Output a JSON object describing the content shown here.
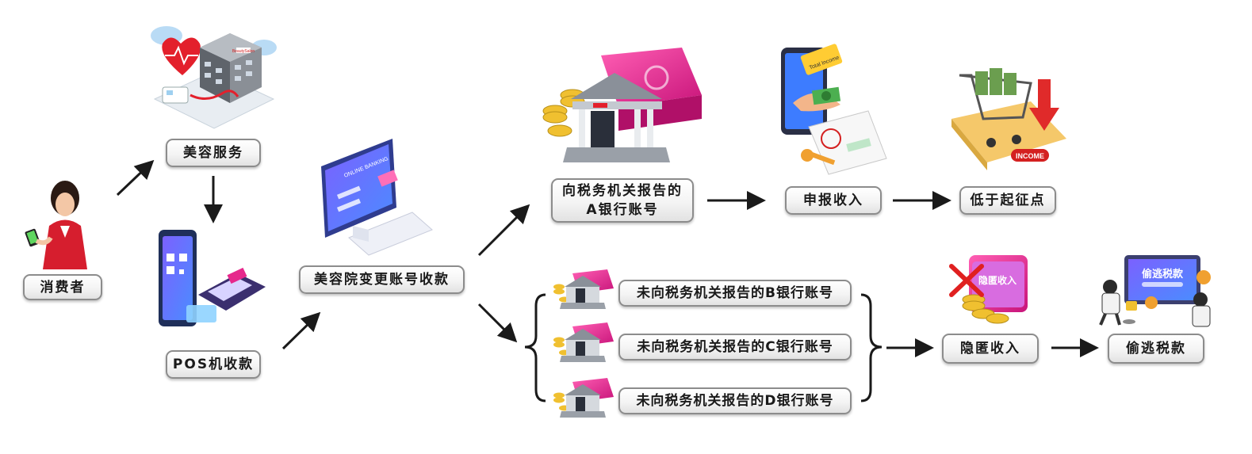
{
  "nodes": {
    "consumer": "消费者",
    "beauty_service": "美容服务",
    "pos_payment": "POS机收款",
    "change_account": "美容院变更账号收款",
    "bank_a_line1": "向税务机关报告的",
    "bank_a_line2": "A银行账号",
    "declare_income": "申报收入",
    "below_threshold": "低于起征点",
    "bank_b": "未向税务机关报告的B银行账号",
    "bank_c": "未向税务机关报告的C银行账号",
    "bank_d": "未向税务机关报告的D银行账号",
    "hide_income": "隐匿收入",
    "tax_evasion": "偷逃税款"
  },
  "illustrations": {
    "hospital_sign": "BeautySalon",
    "online_banking": "ONLINE BANKING",
    "phone_label": "Total Income",
    "income_label": "INCOME",
    "hide_label": "隐匿收入",
    "monitor_label": "偷逃税款"
  },
  "colors": {
    "arrow": "#1a1a1a",
    "border": "#8c8c8c",
    "accent_pink": "#e6288c",
    "accent_red": "#d42020",
    "accent_blue": "#2d6fe0",
    "gold": "#f0c030"
  }
}
